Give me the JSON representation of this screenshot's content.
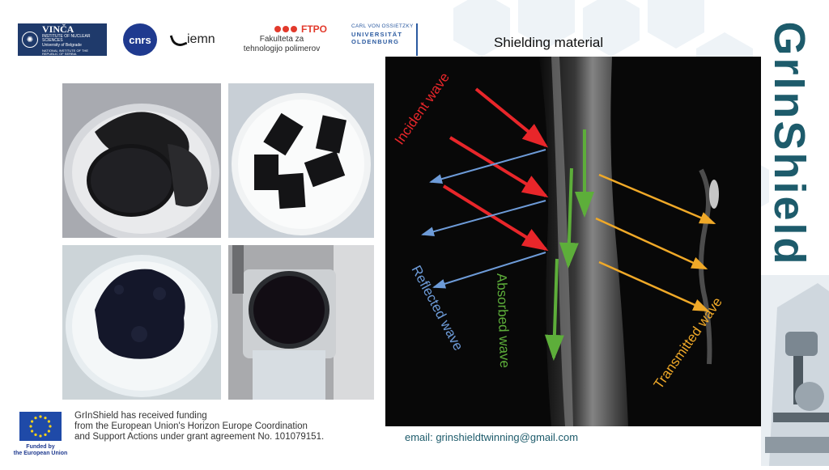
{
  "title": "Shielding material",
  "brand": "GrInShield",
  "logos": {
    "vinca": {
      "name": "VINČA",
      "line1": "INSTITUTE OF NUCLEAR SCIENCES",
      "line2": "University of Belgrade",
      "line3": "NATIONAL INSTITUTE OF THE REPUBLIC OF SERBIA"
    },
    "cnrs": "cnrs",
    "iemn": "iemn",
    "ftpo": {
      "brand": "FTPO",
      "line1": "Fakulteta za",
      "line2": "tehnologijo polimerov"
    },
    "oldenburg": {
      "line1": "CARL VON OSSIETZKY",
      "line2": "UNIVERSITÄT",
      "line3": "OLDENBURG"
    }
  },
  "diagram": {
    "incident": "Incident wave",
    "reflected": "Reflected wave",
    "absorbed": "Absorbed wave",
    "transmitted": "Transmitted wave",
    "colors": {
      "incident": "#e8262a",
      "reflected": "#6d9bd8",
      "absorbed": "#5dae3a",
      "transmitted": "#f0a928"
    }
  },
  "footer": {
    "funding_line1": "GrInShield has received funding",
    "funding_line2": "from the European Union's Horizon Europe Coordination",
    "funding_line3": "and Support Actions under grant agreement No. 101079151.",
    "eu_caption_line1": "Funded by",
    "eu_caption_line2": "the European Union",
    "email_label": "email:",
    "email_address": "grinshieldtwinning@gmail.com"
  },
  "icons": [
    "eu-flag-icon",
    "microscope-icon",
    "hexagon-pattern"
  ]
}
